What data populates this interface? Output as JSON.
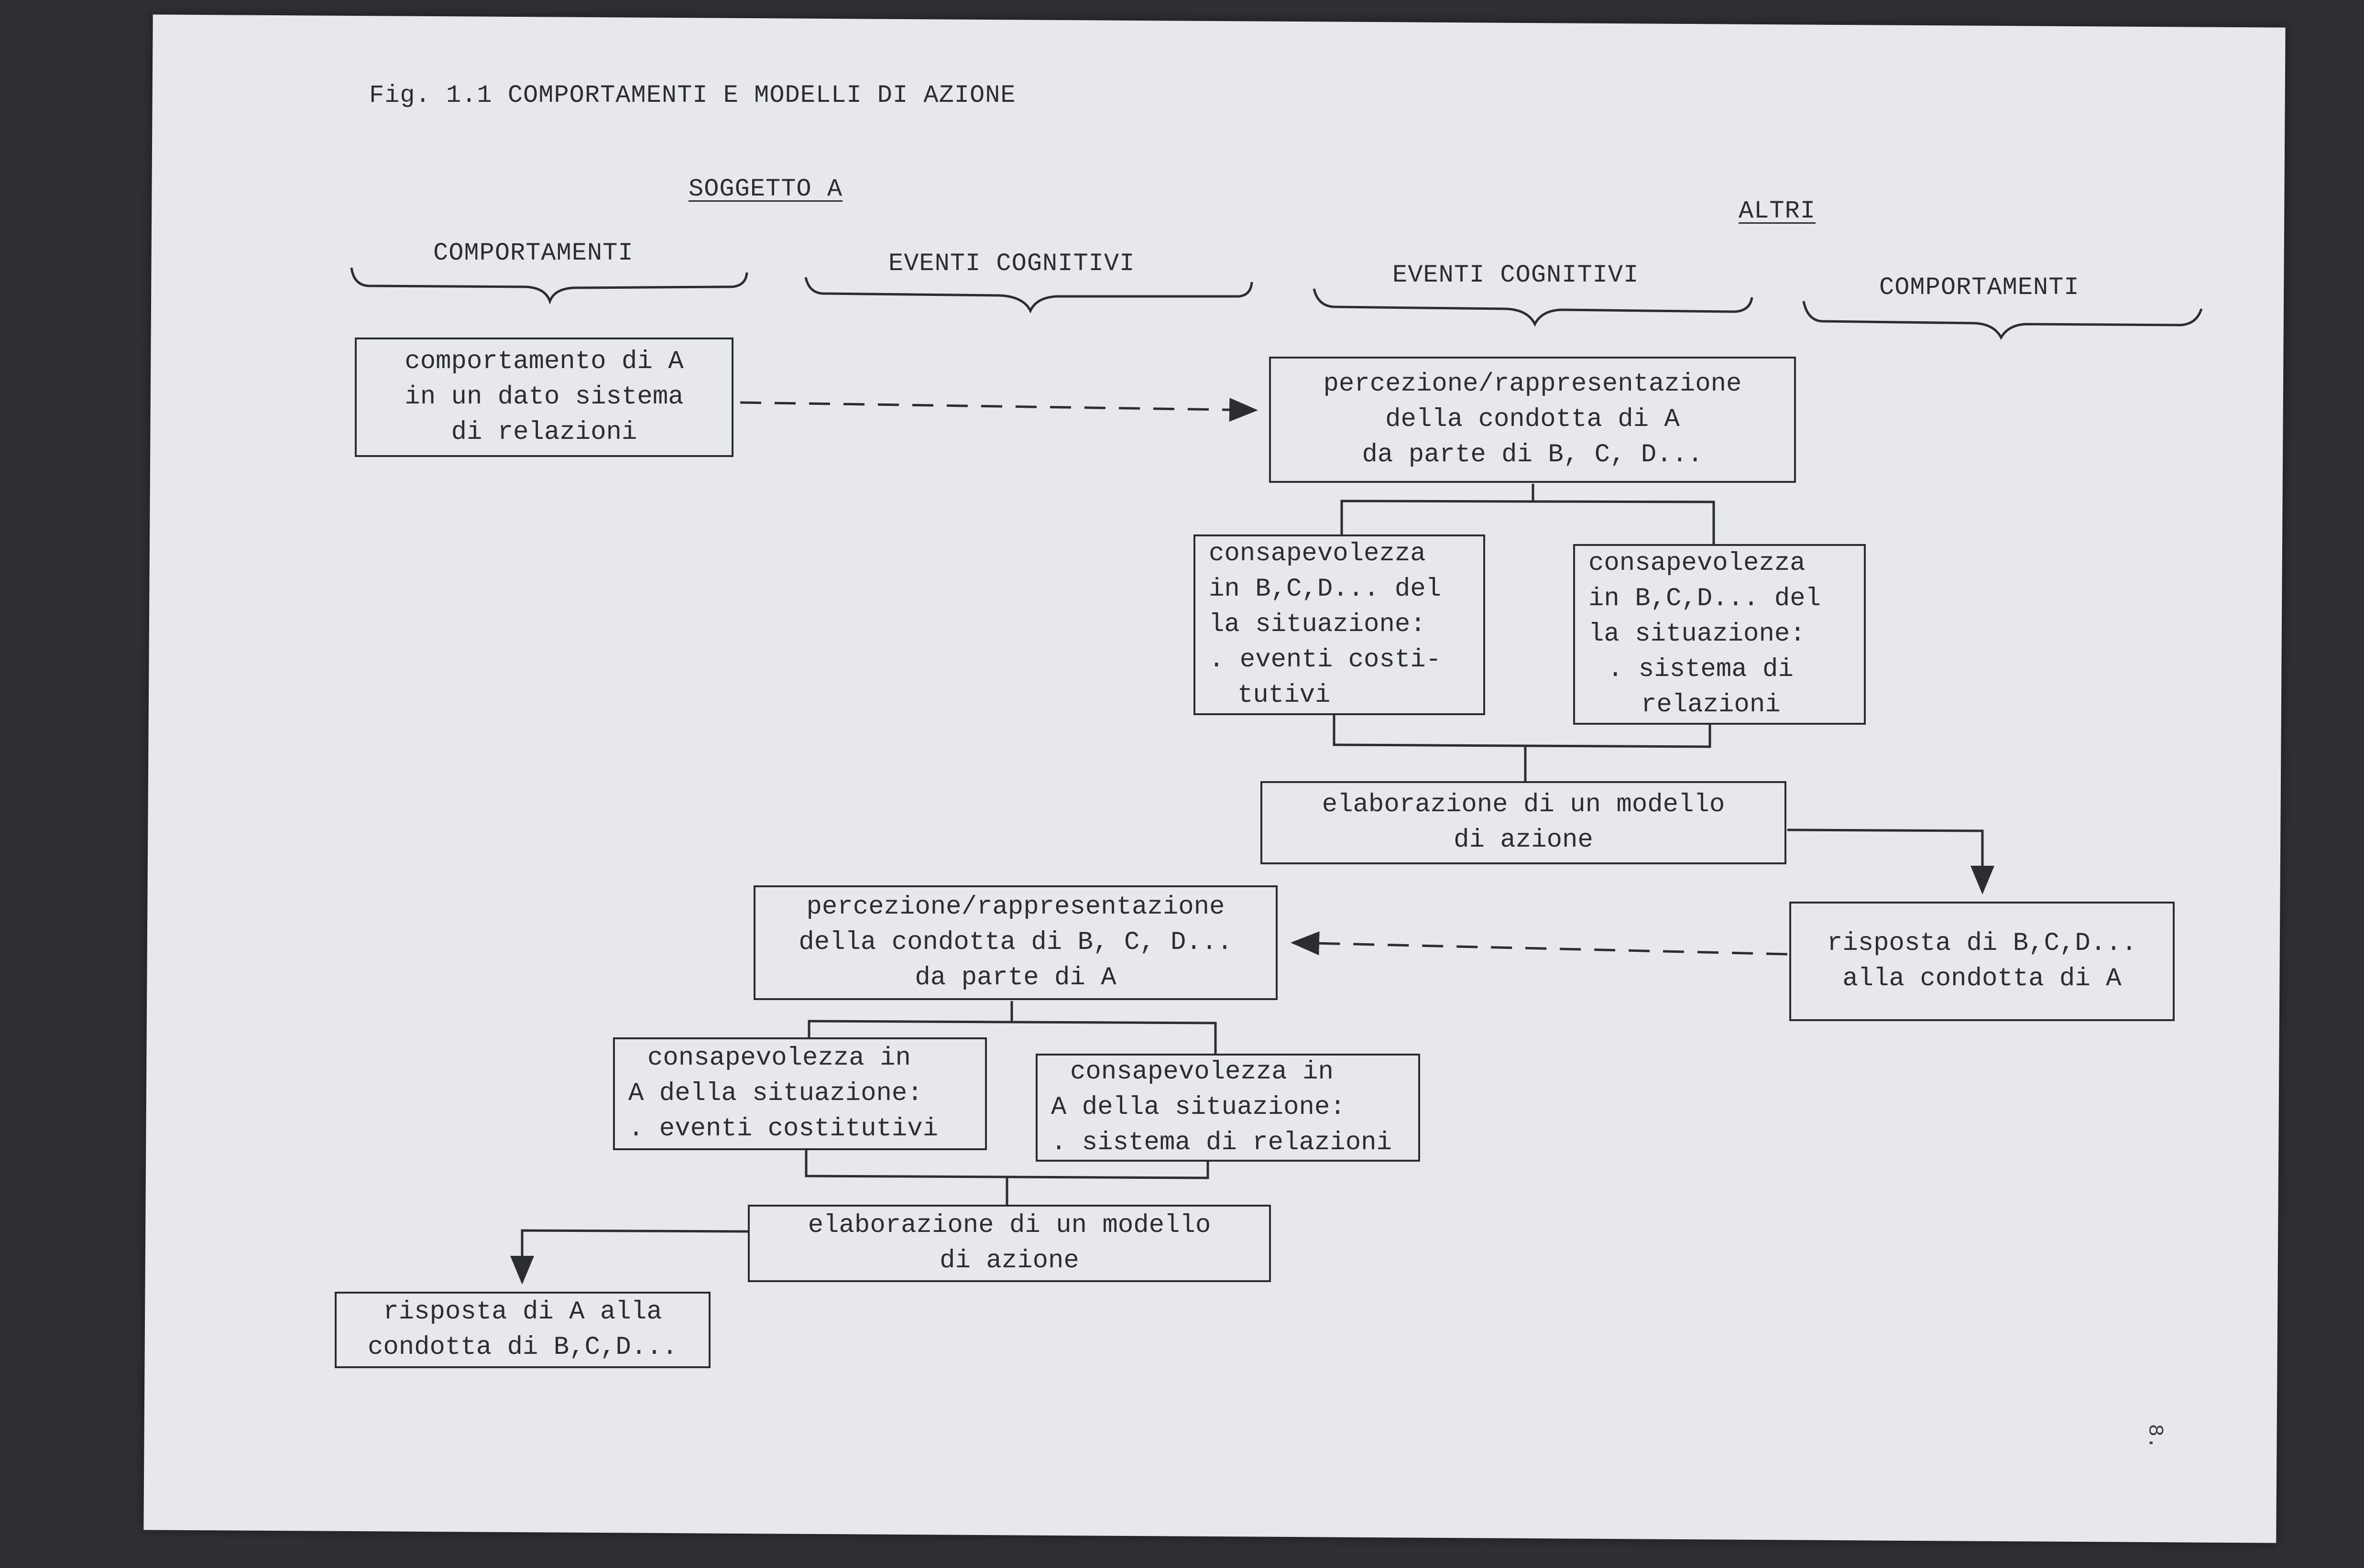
{
  "figure": {
    "title": "Fig. 1.1  COMPORTAMENTI E MODELLI DI AZIONE",
    "page_number": "8."
  },
  "headers": {
    "subject_a": "SOGGETTO A",
    "others": "ALTRI",
    "a_behaviors": "COMPORTAMENTI",
    "a_cognitive": "EVENTI COGNITIVI",
    "others_cognitive": "EVENTI COGNITIVI",
    "others_behaviors": "COMPORTAMENTI"
  },
  "nodes": {
    "behavior_a": [
      "comportamento di A",
      "in un dato sistema",
      "di relazioni"
    ],
    "perception_others": [
      "percezione/rappresentazione",
      "della condotta di A",
      "da parte di B, C, D..."
    ],
    "awareness_others_events": [
      "consapevolezza",
      "in B,C,D... del",
      "la situazione:",
      ". eventi costi-",
      "tutivi"
    ],
    "awareness_others_system": [
      "consapevolezza",
      "in B,C,D... del",
      "la situazione:",
      ". sistema di",
      "relazioni"
    ],
    "model_others": [
      "elaborazione di un modello",
      "di azione"
    ],
    "response_others": [
      "risposta di B,C,D...",
      "alla condotta di A"
    ],
    "perception_a": [
      "percezione/rappresentazione",
      "della condotta di B, C, D...",
      "da parte di A"
    ],
    "awareness_a_events": [
      "consapevolezza in",
      "A della situazione:",
      ". eventi costitutivi"
    ],
    "awareness_a_system": [
      "consapevolezza in",
      "A della situazione:",
      ". sistema di relazioni"
    ],
    "model_a": [
      "elaborazione di un modello",
      "di azione"
    ],
    "response_a": [
      "risposta di A alla",
      "condotta di B,C,D..."
    ]
  }
}
